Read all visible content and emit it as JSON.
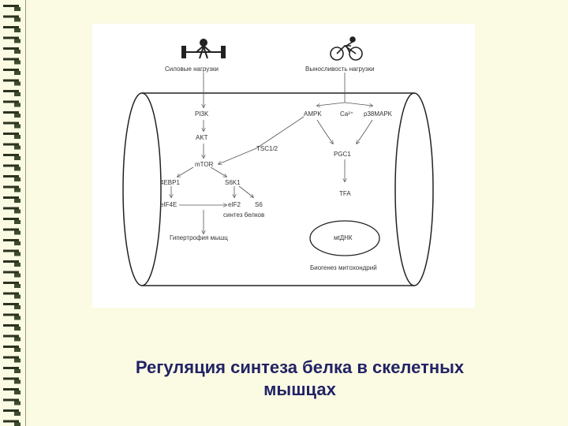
{
  "slide": {
    "title_line1": "Регуляция синтеза белка в скелетных",
    "title_line2": "мышцах",
    "background_color": "#fbfbe4",
    "title_color": "#222266"
  },
  "diagram": {
    "inputs": {
      "left": "Силовые нагрузки",
      "right": "Выносливость нагрузки"
    },
    "nodes": {
      "pi3k": "PI3K",
      "akt": "AKT",
      "tsc": "TSC1/2",
      "mtor": "mTOR",
      "e4bp1": "4EBP1",
      "s6k1": "S6K1",
      "eif4e": "eIF4E",
      "eif2": "eIF2",
      "s6": "S6",
      "protein_synthesis": "синтез белков",
      "hypertrophy": "Гипертрофия мышц",
      "ampk": "AMPK",
      "ca": "Ca²⁺",
      "p38mapk": "p38MAPK",
      "pgc1": "PGC1",
      "tfa": "TFA",
      "mtdna": "мtДНК",
      "mito_biogenesis": "Биогенез митохондрий"
    },
    "icons": {
      "left": "weightlifter-icon",
      "right": "cyclist-icon"
    }
  }
}
